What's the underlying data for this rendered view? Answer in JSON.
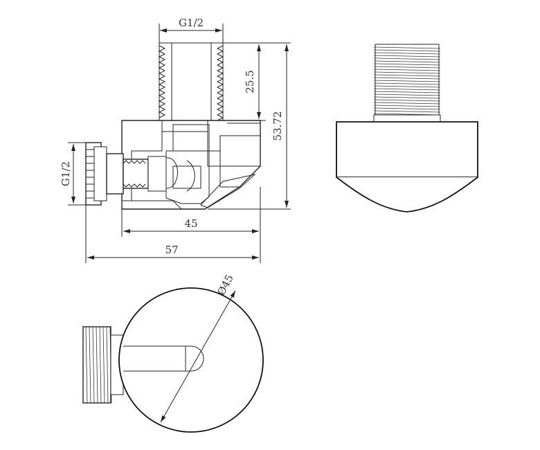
{
  "dimensions": {
    "top_thread": "G1/2",
    "side_thread": "G1/2",
    "riser_height": "25.5",
    "total_height": "53.72",
    "body_width": "45",
    "overall_width": "57",
    "diameter": "Ø45"
  }
}
